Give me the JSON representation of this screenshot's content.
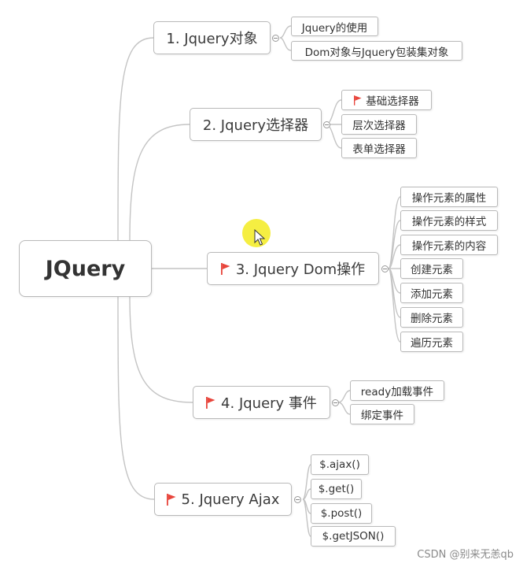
{
  "root": {
    "label": "JQuery"
  },
  "branches": [
    {
      "label": "1. Jquery对象",
      "children": [
        "Jquery的使用",
        "Dom对象与Jquery包装集对象"
      ]
    },
    {
      "label": "2. Jquery选择器",
      "children": [
        "基础选择器",
        "层次选择器",
        "表单选择器"
      ]
    },
    {
      "label": "3. Jquery Dom操作",
      "children": [
        "操作元素的属性",
        "操作元素的样式",
        "操作元素的内容",
        "创建元素",
        "添加元素",
        "删除元素",
        "遍历元素"
      ]
    },
    {
      "label": "4. Jquery 事件",
      "children": [
        "ready加载事件",
        "绑定事件"
      ]
    },
    {
      "label": "5. Jquery Ajax",
      "children": [
        "$.ajax()",
        "$.get()",
        "$.post()",
        "$.getJSON()"
      ]
    }
  ],
  "flag_icon": "red-flag-icon",
  "colors": {
    "flag": "#e8453c",
    "line": "#c4c4c4",
    "border": "#b9b9b9",
    "cursor_highlight": "#f4ec2e"
  },
  "watermark": "CSDN @别来无恙qb"
}
